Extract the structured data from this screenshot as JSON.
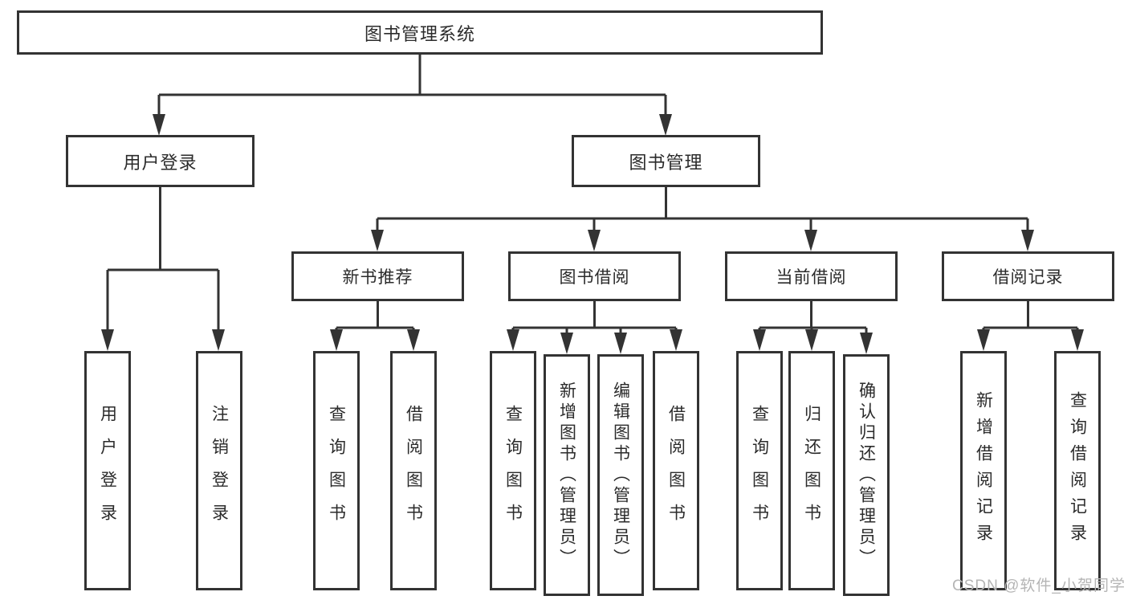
{
  "nodes": {
    "root": "图书管理系统",
    "user_login": "用户登录",
    "book_management": "图书管理",
    "login": "用户登录",
    "logout": "注销登录",
    "new_book_rec": "新书推荐",
    "book_borrow": "图书借阅",
    "current_borrow": "当前借阅",
    "borrow_records": "借阅记录",
    "query_books_1": "查询图书",
    "borrow_books_1": "借阅图书",
    "query_books_2": "查询图书",
    "add_book_admin": "新增图书（管理员）",
    "edit_book_admin": "编辑图书（管理员）",
    "borrow_books_2": "借阅图书",
    "query_books_3": "查询图书",
    "return_books": "归还图书",
    "confirm_return_admin": "确认归还（管理员）",
    "add_borrow_record": "新增借阅记录",
    "query_borrow_record": "查询借阅记录"
  },
  "watermark": "CSDN @软件_小贺同学",
  "colors": {
    "line": "#333333",
    "border": "#333333",
    "text": "#2b2b2b",
    "watermark": "#b5b5b5",
    "background": "#ffffff"
  }
}
